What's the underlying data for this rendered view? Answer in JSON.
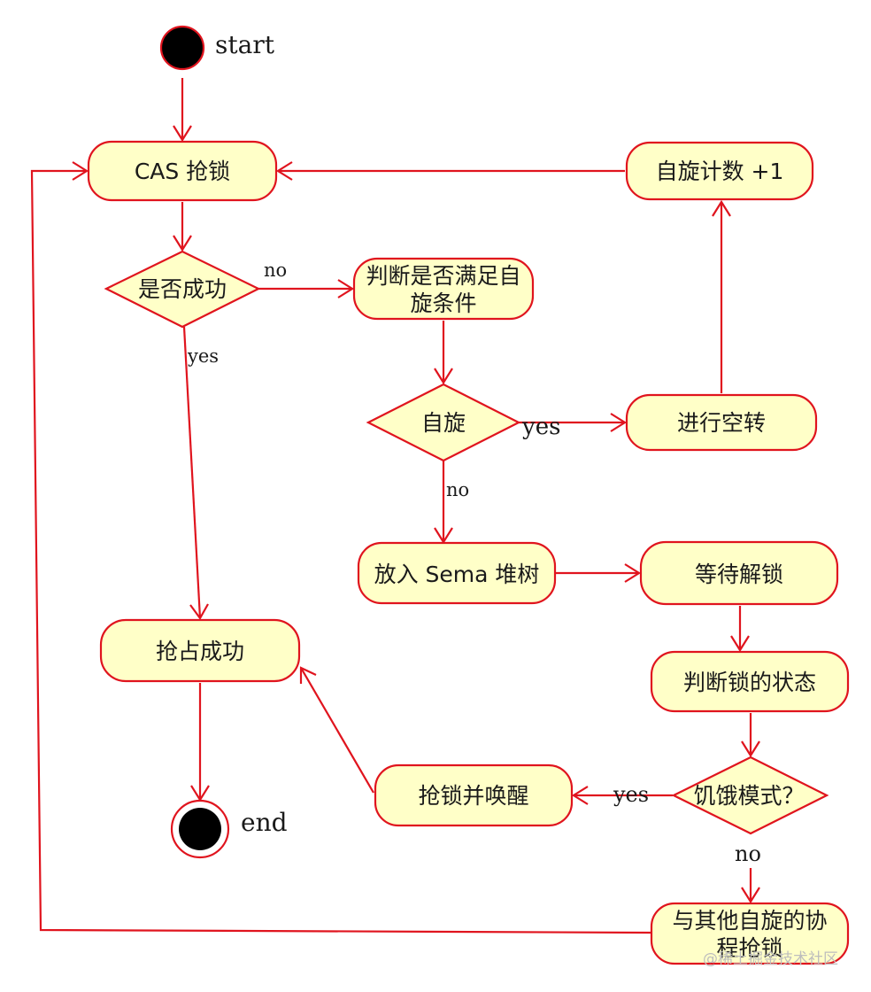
{
  "terminals": {
    "start_label": "start",
    "end_label": "end"
  },
  "nodes": {
    "cas_lock": "CAS 抢锁",
    "is_success": "是否成功",
    "check_spin_line1": "判断是否满足自",
    "check_spin_line2": "旋条件",
    "spin_decision": "自旋",
    "busy_wait": "进行空转",
    "spin_count": "自旋计数 +1",
    "put_sema": "放入 Sema 堆树",
    "wait_unlock": "等待解锁",
    "judge_state": "判断锁的状态",
    "starvation": "饥饿模式？",
    "grab_wake": "抢锁并唤醒",
    "grab_success": "抢占成功",
    "compete_line1": "与其他自旋的协",
    "compete_line2": "程抢锁"
  },
  "edge_labels": {
    "success_no": "no",
    "success_yes": "yes",
    "spin_yes": "yes",
    "spin_no": "no",
    "starve_yes": "yes",
    "starve_no": "no"
  },
  "watermark": "@稀土掘金技术社区",
  "colors": {
    "stroke": "#e0141e",
    "fill": "#ffffc8",
    "terminal": "#000000"
  }
}
